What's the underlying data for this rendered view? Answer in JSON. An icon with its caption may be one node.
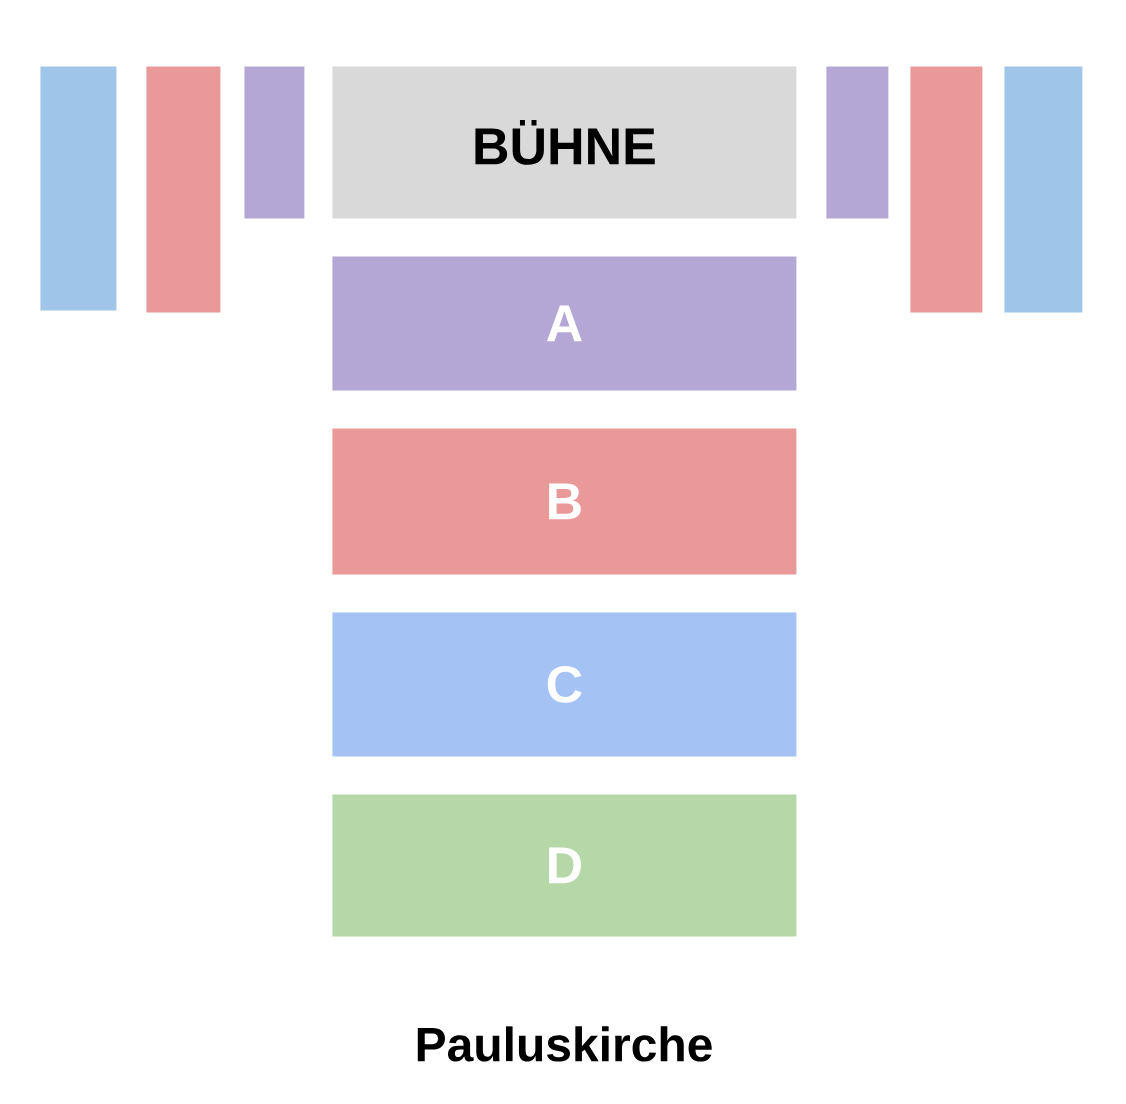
{
  "diagram": {
    "title": "Pauluskirche",
    "nodes": [
      {
        "text": [],
        "shape": "bar"
      },
      {
        "text": [],
        "shape": "bar"
      },
      {
        "text": [],
        "shape": "bar"
      },
      {
        "text": [
          "BÜHNE"
        ]
      },
      {
        "text": [],
        "shape": "bar"
      },
      {
        "text": [],
        "shape": "bar"
      },
      {
        "text": [],
        "shape": "bar"
      },
      {
        "text": [
          "A"
        ]
      },
      {
        "text": [
          "B"
        ]
      },
      {
        "text": [
          "C"
        ]
      },
      {
        "text": [
          "D"
        ]
      }
    ]
  }
}
